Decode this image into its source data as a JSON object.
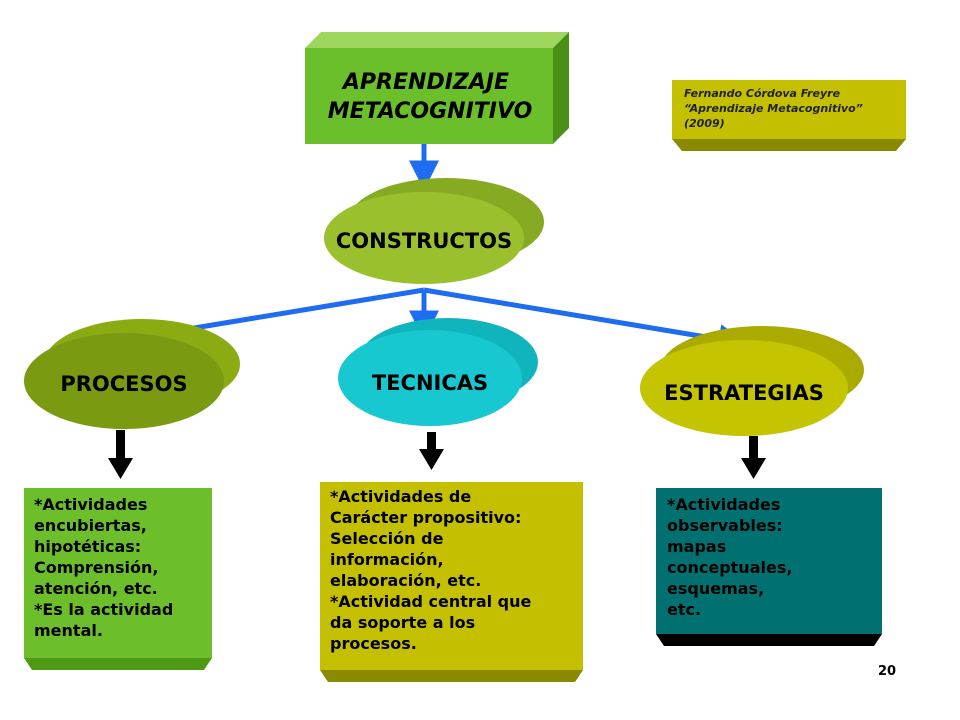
{
  "title": {
    "line1": "APRENDIZAJE",
    "line2": "METACOGNITIVO"
  },
  "citation": {
    "lines": [
      "Fernando Córdova Freyre",
      "“Aprendizaje Metacognitivo”",
      "(2009)"
    ]
  },
  "nodes": {
    "constructos": "CONSTRUCTOS",
    "procesos": "PROCESOS",
    "tecnicas": "TECNICAS",
    "estrategias": "ESTRATEGIAS"
  },
  "boxes": {
    "procesos": [
      "*Actividades",
      "encubiertas,",
      "hipotéticas:",
      "Comprensión,",
      "atención, etc.",
      "*Es la actividad",
      "mental."
    ],
    "tecnicas": [
      "*Actividades de",
      "Carácter propositivo:",
      "Selección de",
      "información,",
      "elaboración, etc.",
      "*Actividad central que",
      "da soporte a los",
      "procesos."
    ],
    "estrategias": [
      "*Actividades",
      "observables:",
      "mapas",
      "conceptuales,",
      "esquemas,",
      "etc."
    ]
  },
  "page_number": "20",
  "colors": {
    "title_box": "#6bbf2a",
    "constructos": "#9ac12d",
    "procesos": "#7a9a12",
    "tecnicas": "#18c8d0",
    "estrategias": "#c4c400",
    "box_procesos": "#6cbf2a",
    "box_tecnicas": "#c4c000",
    "box_estrategias": "#007070",
    "citation_box": "#c4c000",
    "connector_blue": "#1e6cf0"
  }
}
